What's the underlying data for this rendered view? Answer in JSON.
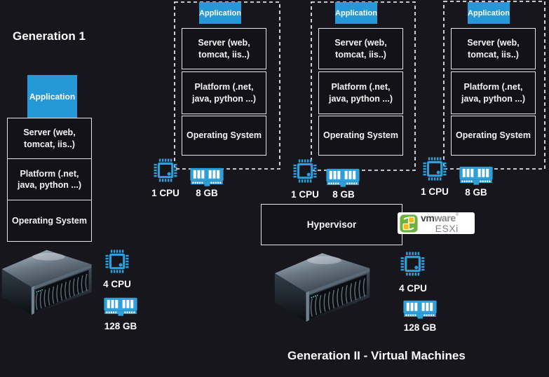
{
  "colors": {
    "background": "#17161d",
    "accent_blue": "#2598d8",
    "icon_blue": "#2f9fd9",
    "box_border": "#e6e6e6",
    "dashed_border": "#ffffff",
    "vmware_green": "#6cb33e",
    "vmware_yellow": "#fdb913",
    "logo_text_gray": "#808285"
  },
  "icons": {
    "cpu": "cpu-chip-outline",
    "ram": "memory-stick",
    "server": "rackmount-server-3d"
  },
  "gen1": {
    "title": "Generation 1",
    "application": "Application",
    "layers": [
      "Server (web, tomcat, iis..)",
      "Platform (.net, java, python ...)",
      "Operating System"
    ],
    "cpu": "4 CPU",
    "ram": "128 GB"
  },
  "gen2": {
    "title": "Generation II - Virtual Machines",
    "hypervisor": "Hypervisor",
    "logo": {
      "brand_bold": "vm",
      "brand_light": "ware",
      "reg": "®",
      "product": "ESXi"
    },
    "host": {
      "cpu": "4 CPU",
      "ram": "128 GB"
    },
    "vms": [
      {
        "application": "Application",
        "layers": [
          "Server (web, tomcat, iis..)",
          "Platform (.net, java, python ...)",
          "Operating System"
        ],
        "cpu": "1 CPU",
        "ram": "8 GB"
      },
      {
        "application": "Application",
        "layers": [
          "Server (web, tomcat, iis..)",
          "Platform (.net, java, python ...)",
          "Operating System"
        ],
        "cpu": "1 CPU",
        "ram": "8 GB"
      },
      {
        "application": "Application",
        "layers": [
          "Server (web, tomcat, iis..)",
          "Platform (.net, java, python ...)",
          "Operating System"
        ],
        "cpu": "1 CPU",
        "ram": "8 GB"
      }
    ]
  }
}
